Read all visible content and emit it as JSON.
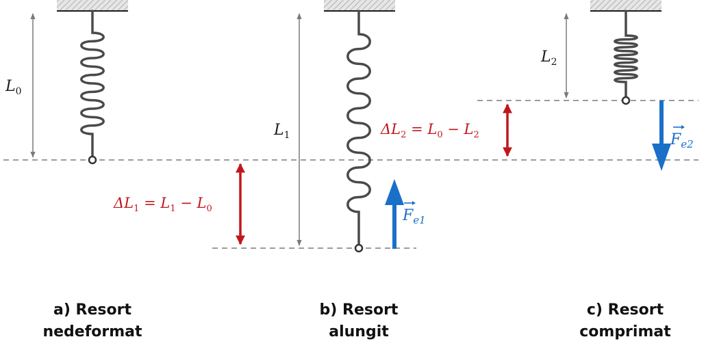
{
  "panels": [
    {
      "id": "a",
      "caption_line1": "a) Resort",
      "caption_line2": "nedeformat",
      "length_label": "L",
      "length_sub": "0"
    },
    {
      "id": "b",
      "caption_line1": "b) Resort",
      "caption_line2": "alungit",
      "length_label": "L",
      "length_sub": "1",
      "delta_label": "ΔL",
      "delta_sub": "1",
      "delta_rhs": " = L",
      "delta_rhs_sub": "1",
      "delta_rhs2": " − L",
      "delta_rhs2_sub": "0",
      "force_label": "F",
      "force_sub": "e1"
    },
    {
      "id": "c",
      "caption_line1": "c) Resort",
      "caption_line2": "comprimat",
      "length_label": "L",
      "length_sub": "2",
      "delta_label": "ΔL",
      "delta_sub": "2",
      "delta_rhs": " = L",
      "delta_rhs_sub": "0",
      "delta_rhs2": " − L",
      "delta_rhs2_sub": "2",
      "force_label": "F",
      "force_sub": "e2"
    }
  ],
  "colors": {
    "spring": "#4a4a4a",
    "dimension": "#7a7a7a",
    "delta": "#c0171c",
    "force": "#1a6fc9",
    "ceiling_hatch": "#b8b8b8"
  }
}
